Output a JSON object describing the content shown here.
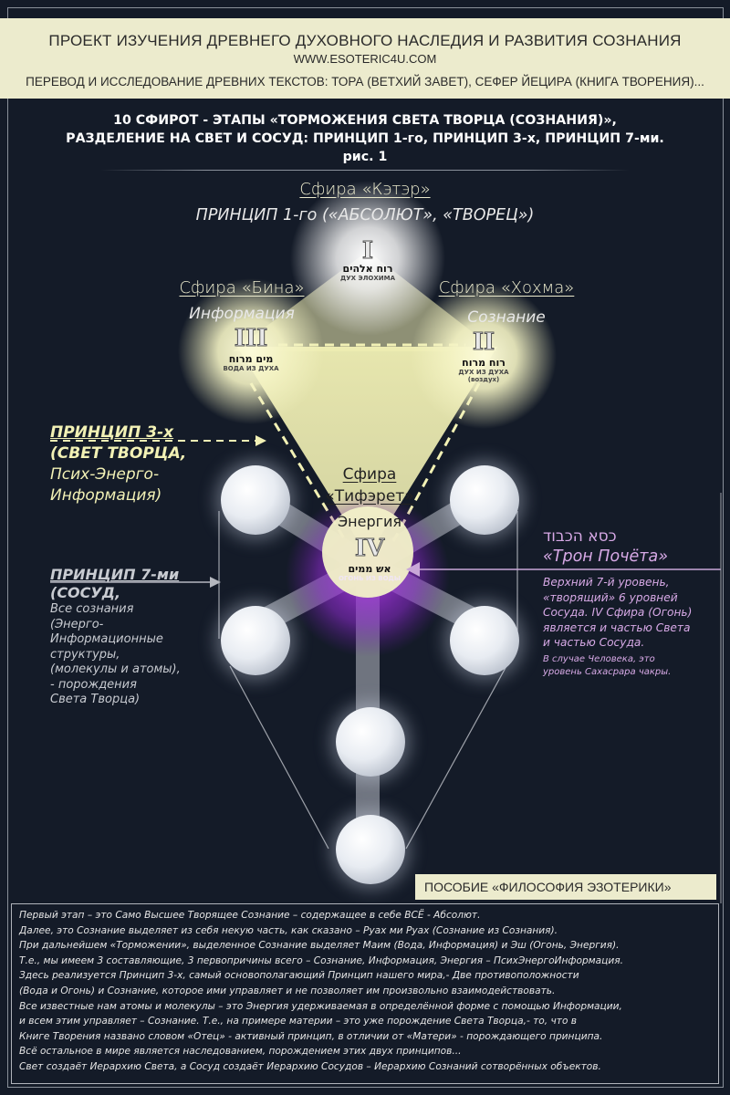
{
  "header": {
    "title": "ПРОЕКТ ИЗУЧЕНИЯ ДРЕВНЕГО ДУХОВНОГО НАСЛЕДИЯ И РАЗВИТИЯ СОЗНАНИЯ",
    "url": "WWW.ESOTERIC4U.COM",
    "subtitle": "ПЕРЕВОД И ИССЛЕДОВАНИЕ ДРЕВНИХ ТЕКСТОВ: ТОРА (ВЕТХИЙ ЗАВЕТ), СЕФЕР ЙЕЦИРА (КНИГА ТВОРЕНИЯ)..."
  },
  "figure_title": {
    "line1": "10 СФИРОТ - ЭТАПЫ  «ТОРМОЖЕНИЯ  СВЕТА ТВОРЦА (СОЗНАНИЯ)»,",
    "line2": "РАЗДЕЛЕНИЕ НА СВЕТ И СОСУД: ПРИНЦИП 1-го, ПРИНЦИП 3-х, ПРИНЦИП 7-ми.",
    "line3": "рис. 1"
  },
  "sfirot": {
    "keter": {
      "label": "Сфира «Кэтэр»",
      "principle": "ПРИНЦИП 1-го («АБСОЛЮТ», «ТВОРЕЦ»)",
      "numeral": "I",
      "hebrew": "רוח אלהים",
      "translation": "ДУХ ЭЛОХИМА"
    },
    "bina": {
      "label": "Сфира «Бина»",
      "concept": "Информация",
      "numeral": "III",
      "hebrew": "מים מרוח",
      "translation": "ВОДА ИЗ ДУХА"
    },
    "hokhma": {
      "label": "Сфира «Хохма»",
      "concept": "Сознание",
      "numeral": "II",
      "hebrew": "רוח מרוח",
      "translation": "ДУХ ИЗ ДУХА",
      "note": "(воздух)"
    },
    "tiferet": {
      "label_line1": "Сфира",
      "label_line2": "«Тифэрет»",
      "concept": "Энергия",
      "numeral": "IV",
      "hebrew": "אש ממים",
      "translation": "ОГОНЬ ИЗ ВОДЫ"
    }
  },
  "principle3": {
    "line1": "ПРИНЦИП 3-х",
    "line2": "(СВЕТ ТВОРЦА,",
    "line3": "Псих-Энерго-",
    "line4": "Информация)"
  },
  "principle7": {
    "line1": "ПРИНЦИП 7-ми",
    "line2": "(СОСУД,",
    "lines": [
      "Все сознания",
      "(Энерго-",
      "Информационные",
      "структуры,",
      "(молекулы и атомы),",
      "- порождения",
      "Света Творца)"
    ]
  },
  "throne": {
    "hebrew": "כסא הכבוד",
    "title": "«Трон Почёта»",
    "lines": [
      "Верхний 7-й уровень,",
      "«творящий» 6 уровней",
      "Сосуда. IV Сфира (Огонь)",
      "является и частью Света",
      "и частью Сосуда."
    ],
    "small_lines": [
      "В случае Человека, это",
      "уровень Сахасрара чакры."
    ]
  },
  "badge": "ПОСОБИЕ «ФИЛОСОФИЯ ЭЗОТЕРИКИ»",
  "body_text": [
    "Первый этап – это Само Высшее Творящее Сознание – содержащее в себе ВСЁ - Абсолют.",
    "Далее, это Сознание выделяет из себя некую часть, как сказано – Руах ми Руах (Сознание из Сознания).",
    "При дальнейшем «Торможении», выделенное Сознание выделяет Маим (Вода, Информация) и Эш (Огонь, Энергия).",
    "Т.е., мы имеем 3 составляющие, 3 первопричины всего – Сознание, Информация, Энергия – ПсихЭнергоИнформация.",
    "Здесь реализуется Принцип 3-х, самый основополагающий Принцип нашего мира,- Две противоположности",
    "(Вода и Огонь) и Сознание, которое ими управляет и не позволяет им произвольно взаимодействовать.",
    "Все известные нам атомы и молекулы – это Энергия удерживаемая в определённой форме с помощью Информации,",
    "и всем этим управляет – Сознание. Т.е., на примере материи – это уже порождение Света Творца,- то, что в",
    "Книге Творения названо словом «Отец» - активный принцип, в отличии от «Матери» - порождающего принципа.",
    "Всё остальное в мире является наследованием, порождением этих двух принципов...",
    "Свет создаёт Иерархию Света, а Сосуд создаёт Иерархию Сосудов – Иерархию Сознаний сотворённых объектов."
  ],
  "colors": {
    "background": "#141b28",
    "cream": "#ecebcd",
    "light_yellow": "#f3f2b4",
    "purple_text": "#d7a9e6",
    "purple_glow": "#9b2fd8"
  }
}
